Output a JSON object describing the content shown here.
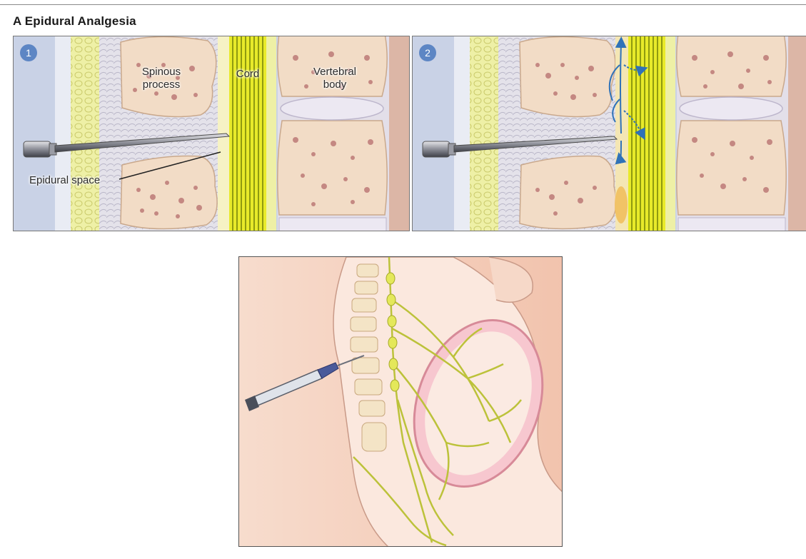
{
  "figure": {
    "title": "A  Epidural Analgesia"
  },
  "panel_1": {
    "step": "1",
    "labels": {
      "spinous_process": "Spinous\nprocess",
      "cord": "Cord",
      "vertebral_body": "Vertebral\nbody",
      "epidural_space": "Epidural space"
    }
  },
  "panel_2": {
    "step": "2"
  },
  "colors": {
    "cord_yellow": "#e8ea2a",
    "bone": "#f2dcc6",
    "marrow": "#b56c6c",
    "arrow_blue": "#2f72b8",
    "step_badge": "#5d86c4",
    "nerve": "#bcc23a",
    "skin": "#f4cdb8"
  }
}
